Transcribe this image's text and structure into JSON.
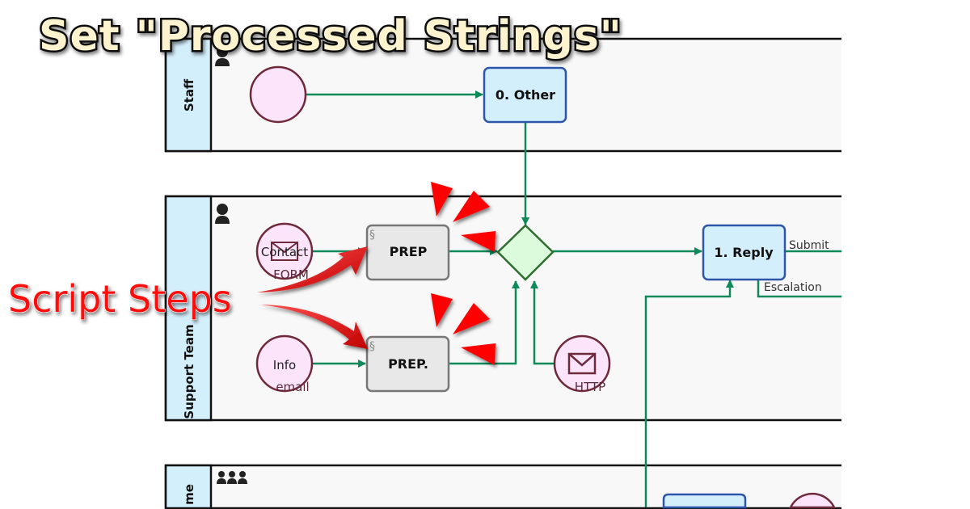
{
  "overlay": {
    "title": "Set \"Processed Strings\"",
    "callout": "Script Steps"
  },
  "lanes": [
    {
      "label": "Staff",
      "icon": "person-icon"
    },
    {
      "label": "Support Team",
      "icon": "person-icon"
    },
    {
      "label": "me",
      "icon": "group-icon"
    }
  ],
  "tasks": {
    "other": "0. Other",
    "reply": "1. Reply",
    "prep1": "PREP",
    "prep2": "PREP."
  },
  "events": {
    "contact": "Contact",
    "form": "FORM",
    "info": "Info",
    "email": "email",
    "http": "HTTP"
  },
  "flows": {
    "submit": "Submit",
    "escalation": "Escalation"
  },
  "colors": {
    "flow": "#0e8a5a",
    "task": "#d4effc",
    "event": "#fce4fb",
    "gateway": "#dcfadc",
    "highlight": "#ff0000"
  }
}
